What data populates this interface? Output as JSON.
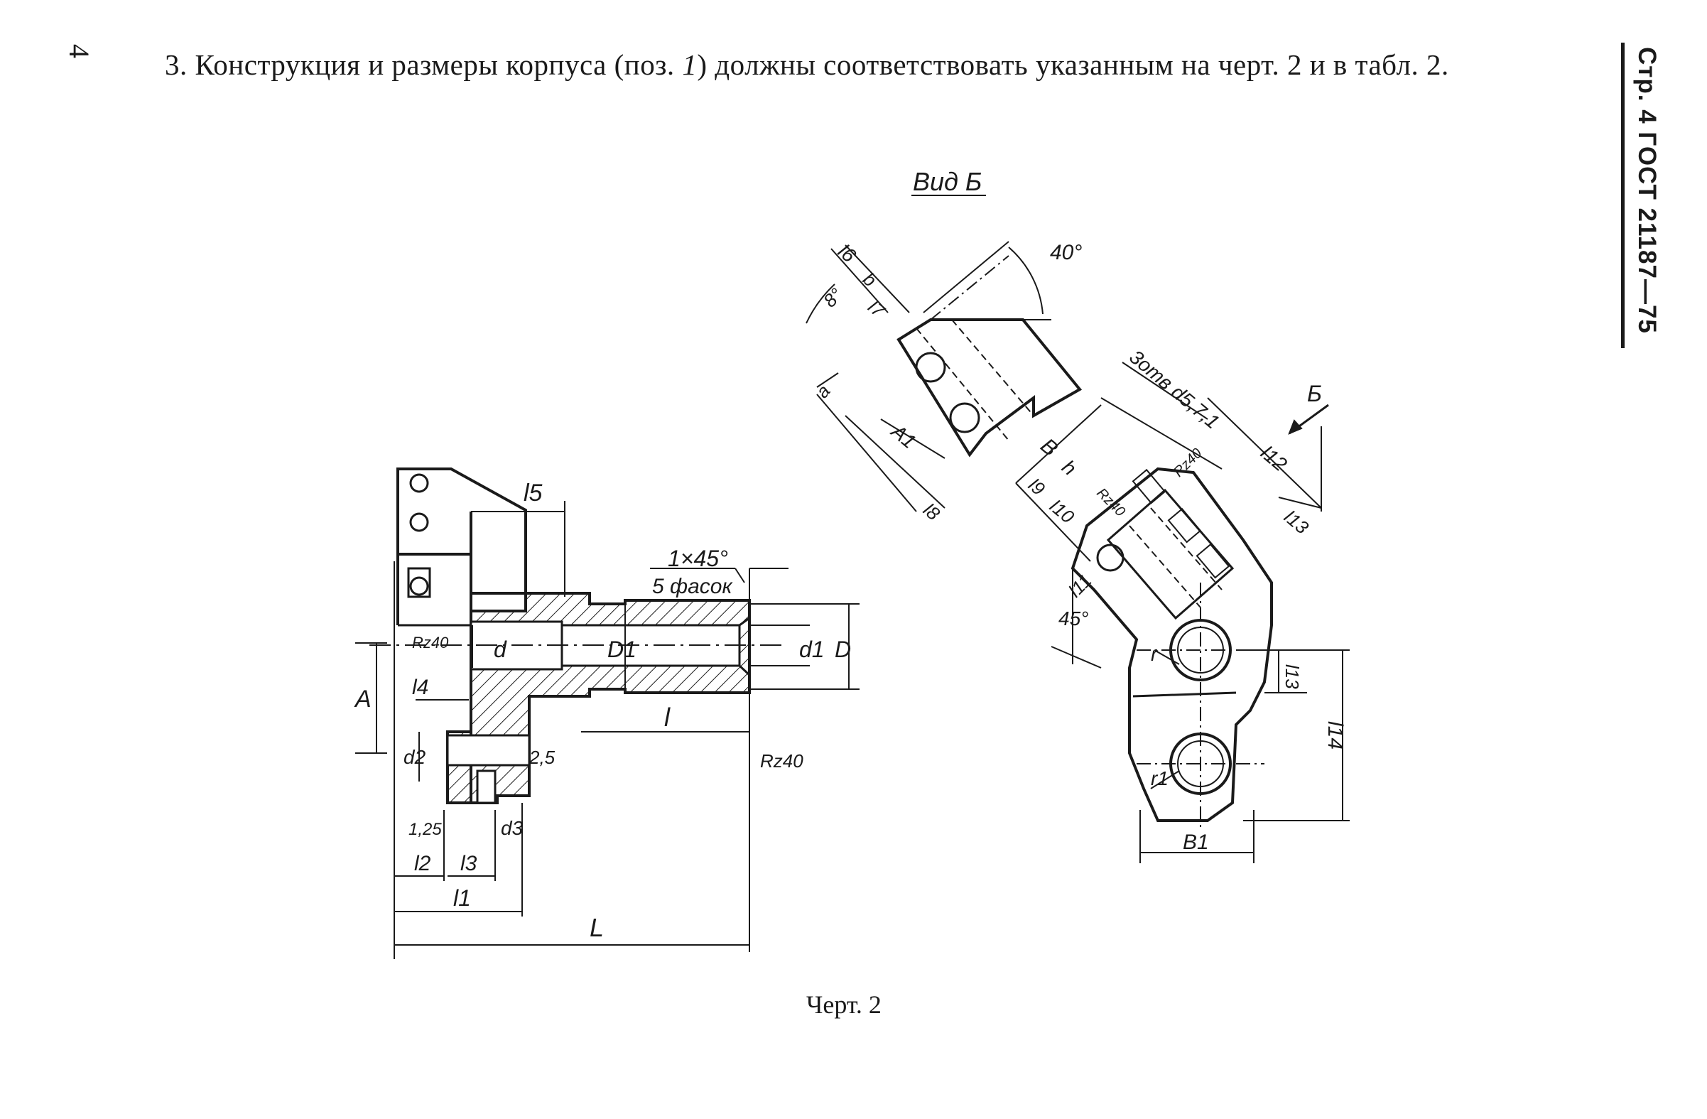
{
  "page": {
    "page_number": "4",
    "header_side": "Стр. 4 ГОСТ 21187—75"
  },
  "paragraph": {
    "lead": "3. Конструкция и размеры корпуса (поз.",
    "pos": "1",
    "tail": ") должны соответствовать указанным на черт. 2 и в табл. 2."
  },
  "figure": {
    "caption": "Черт. 2",
    "view_label": "Вид Б",
    "left_view_labels": {
      "chamfer": "1×45°",
      "chamfer_count": "5 фасок",
      "l5": "l5",
      "l4": "l4",
      "l": "l",
      "L": "L",
      "l1": "l1",
      "l2": "l2",
      "l3": "l3",
      "d": "d",
      "D1": "D1",
      "d1": "d1",
      "D": "D",
      "A": "A",
      "d2": "d2",
      "d3": "d3",
      "rz40_a": "Rz40",
      "rz40_b": "Rz40",
      "roughness_25": "2,5",
      "roughness_125": "1,25"
    },
    "right_view_labels": {
      "angle_40": "40°",
      "angle_8": "8°",
      "angle_45": "45°",
      "l6": "l6",
      "b": "b",
      "l7": "l7",
      "a": "a",
      "A1": "A1",
      "l8": "l8",
      "B": "B",
      "h": "h",
      "l9": "l9",
      "l10": "l10",
      "l11": "l11",
      "l12": "l12",
      "l13": "l13",
      "l14": "l14",
      "B1": "B1",
      "r": "r",
      "r1": "r1",
      "holes": "3отв d5,7,1",
      "arrow_B": "Б",
      "rz40_c": "Rz40",
      "rz40_d": "Rz40"
    }
  }
}
